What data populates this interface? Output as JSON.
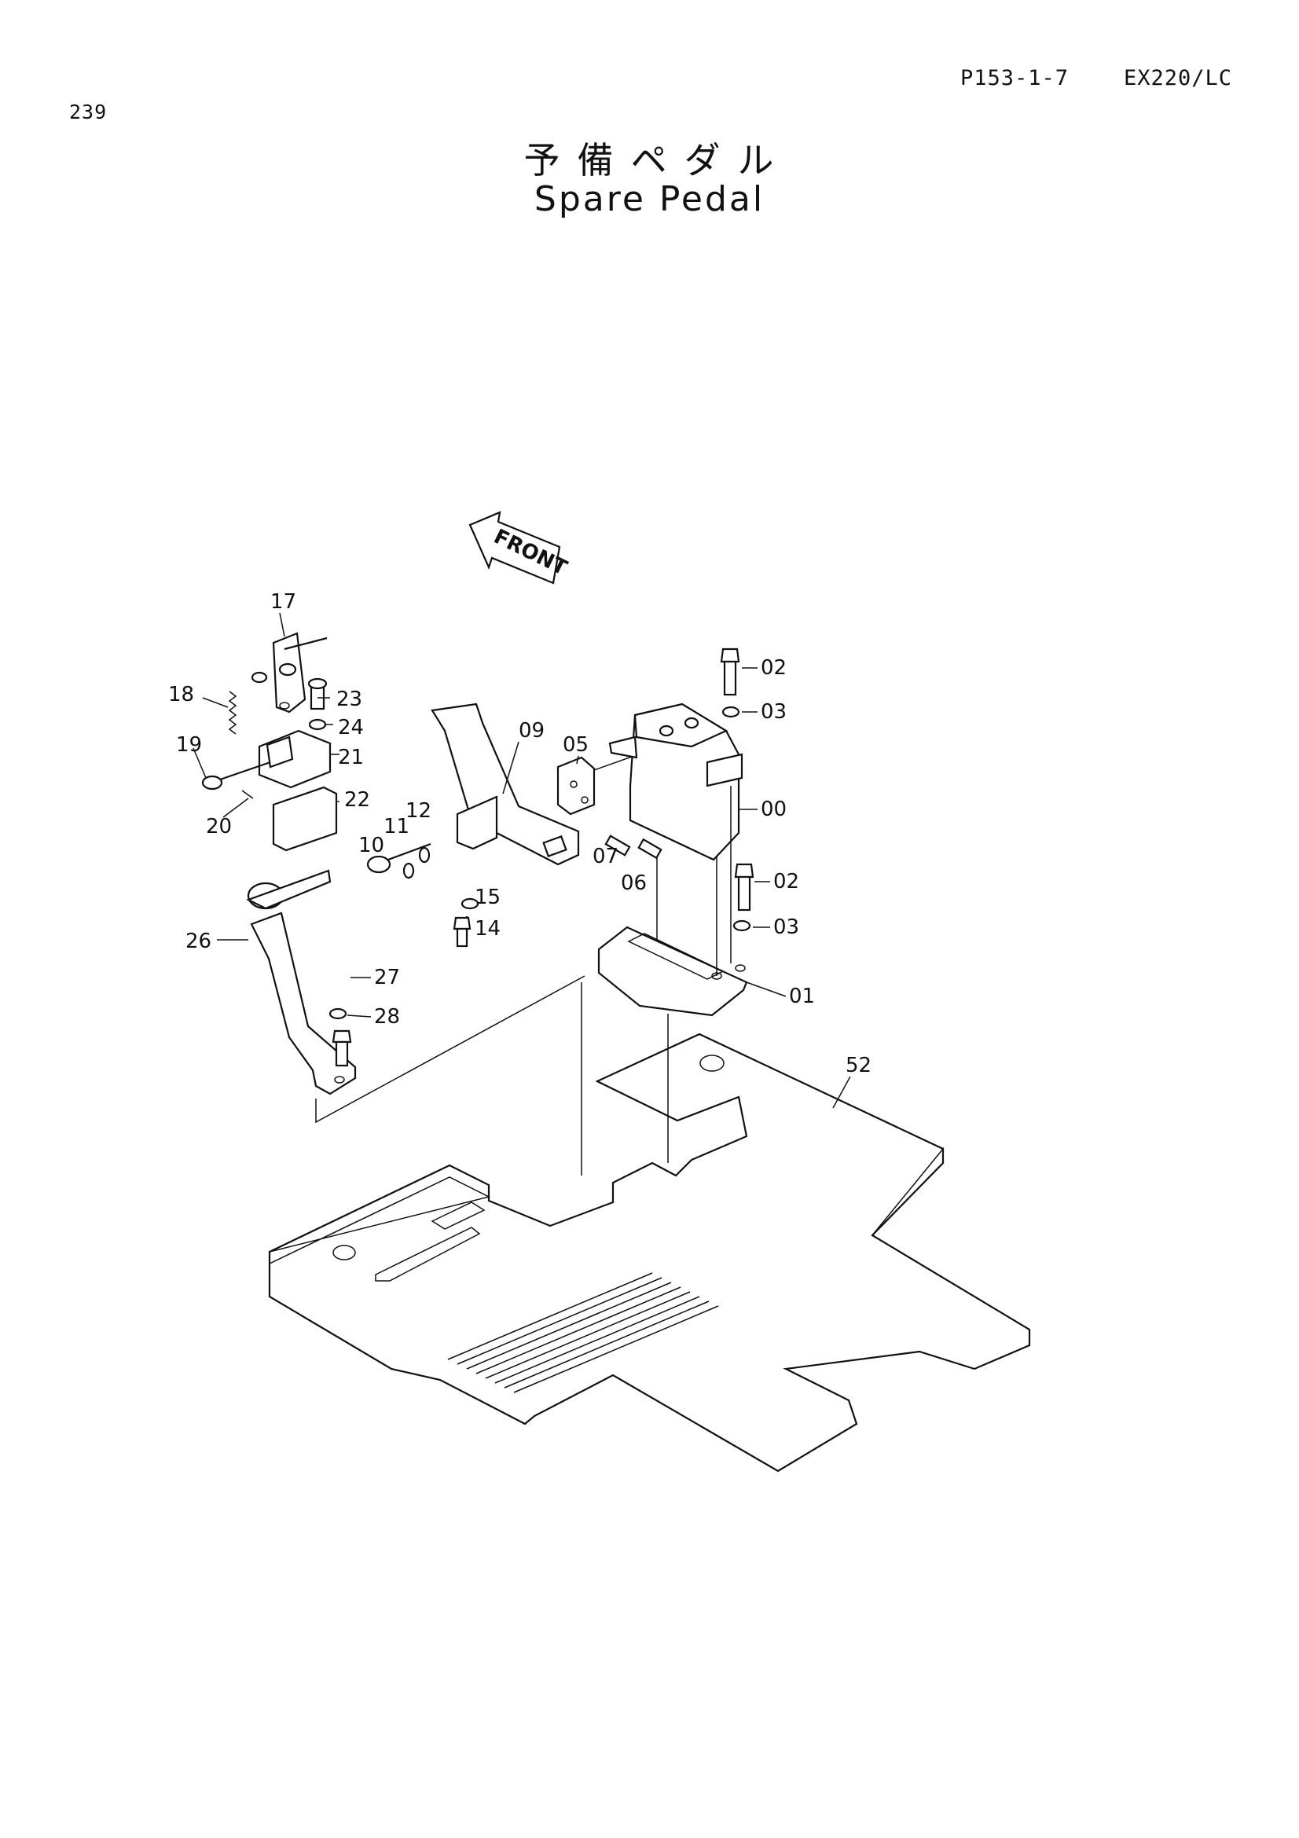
{
  "header": {
    "page_number": "239",
    "page_code": "P153-1-7",
    "model": "EX220/LC"
  },
  "title": {
    "japanese": "予備ペダル",
    "english": "Spare Pedal"
  },
  "front_marker": "FRONT",
  "part_labels": [
    "00",
    "01",
    "02",
    "02",
    "03",
    "03",
    "05",
    "06",
    "07",
    "09",
    "10",
    "11",
    "12",
    "14",
    "15",
    "17",
    "18",
    "19",
    "20",
    "21",
    "22",
    "23",
    "24",
    "26",
    "27",
    "28",
    "52"
  ]
}
